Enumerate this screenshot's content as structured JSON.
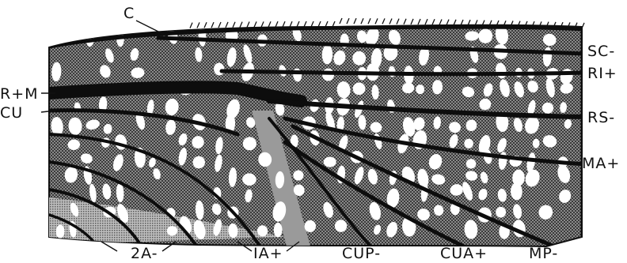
{
  "figure": {
    "description_colors": {
      "vein": "#0d0d0d",
      "membrane_dark": "#2b2b2b",
      "membrane_stipple": "#6e6e6e",
      "cell": "#ffffff",
      "band": "#9a9a9a"
    },
    "labels": {
      "c": "C",
      "sc": "SC-",
      "r1": "RI+",
      "rm": "R+M",
      "cu": "CU",
      "rs": "RS-",
      "ma": "MA+",
      "a2": "2A-",
      "a1": "IA+",
      "cup": "CUP-",
      "cua": "CUA+",
      "mp": "MP-"
    }
  }
}
